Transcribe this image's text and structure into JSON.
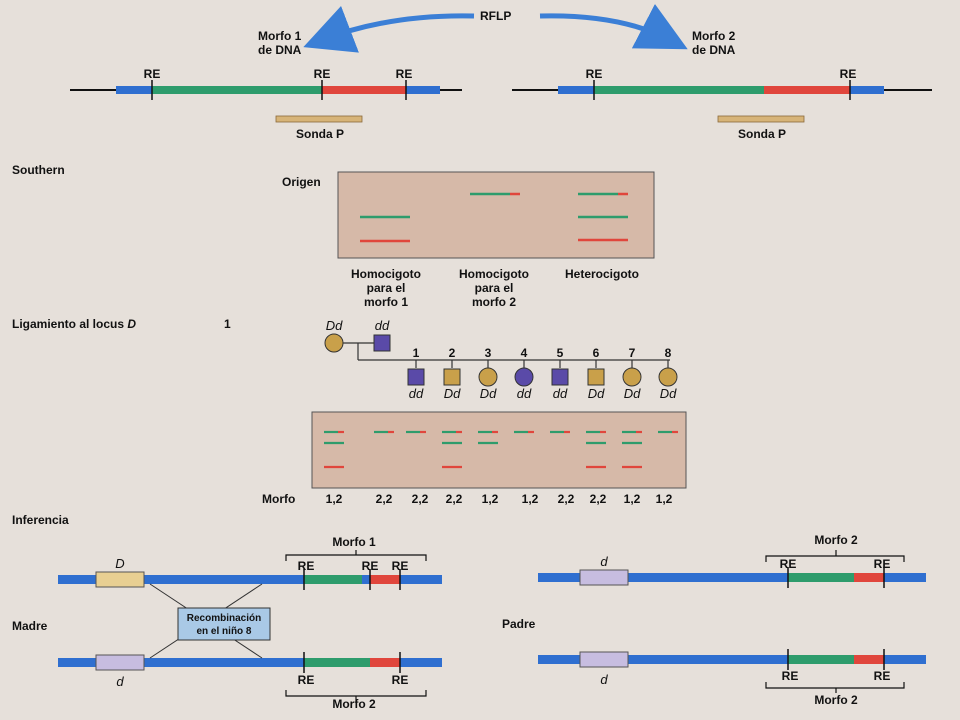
{
  "colors": {
    "background": "#e6e0da",
    "gel": "#d6b9a8",
    "chromosome_blue": "#2f6fd0",
    "segment_green": "#2e9c6c",
    "segment_red": "#e0463c",
    "probe": "#d7b478",
    "female_symbol": "#c9a04a",
    "male_symbol": "#5a4aa8",
    "arrow": "#3b7fd6",
    "box_bg": "#a9c9e6",
    "d_allele_box": "#c7bde0",
    "D_allele_box": "#e8cf92"
  },
  "top": {
    "rflp_label": "RFLP",
    "morph1_line1": "Morfo 1",
    "morph1_line2": "de DNA",
    "morph2_line1": "Morfo 2",
    "morph2_line2": "de DNA",
    "re": "RE",
    "probe_label": "Sonda P"
  },
  "southern": {
    "section_label": "Southern",
    "origin_label": "Origen",
    "lanes": [
      {
        "line1": "Homocigoto",
        "line2": "para el",
        "line3": "morfo 1"
      },
      {
        "line1": "Homocigoto",
        "line2": "para el",
        "line3": "morfo 2"
      },
      {
        "line1": "Heterocigoto",
        "line2": "",
        "line3": ""
      }
    ]
  },
  "linkage": {
    "section_label": "Ligamiento al locus ",
    "locus": "D",
    "generation": "1",
    "mother_genotype": "Dd",
    "father_genotype": "dd",
    "children": [
      {
        "num": "1",
        "sex": "male",
        "genotype": "dd",
        "morph": "2,2"
      },
      {
        "num": "2",
        "sex": "male",
        "genotype": "Dd",
        "morph": "2,2"
      },
      {
        "num": "3",
        "sex": "female",
        "genotype": "Dd",
        "morph": "1,2"
      },
      {
        "num": "4",
        "sex": "female",
        "genotype": "dd",
        "morph": "1,2"
      },
      {
        "num": "5",
        "sex": "male",
        "genotype": "dd",
        "morph": "2,2"
      },
      {
        "num": "6",
        "sex": "male",
        "genotype": "Dd",
        "morph": "2,2"
      },
      {
        "num": "7",
        "sex": "female",
        "genotype": "Dd",
        "morph": "1,2"
      },
      {
        "num": "8",
        "sex": "female",
        "genotype": "Dd",
        "morph": "1,2"
      }
    ],
    "morph_row_label": "Morfo",
    "parent_morph": "1,2",
    "father_morph": "2,2"
  },
  "inference": {
    "section_label": "Inferencia",
    "mother_label": "Madre",
    "father_label": "Padre",
    "morph1": "Morfo 1",
    "morph2": "Morfo 2",
    "D_allele": "D",
    "d_allele": "d",
    "re": "RE",
    "recomb_line1": "Recombinación",
    "recomb_line2": "en el niño 8"
  }
}
